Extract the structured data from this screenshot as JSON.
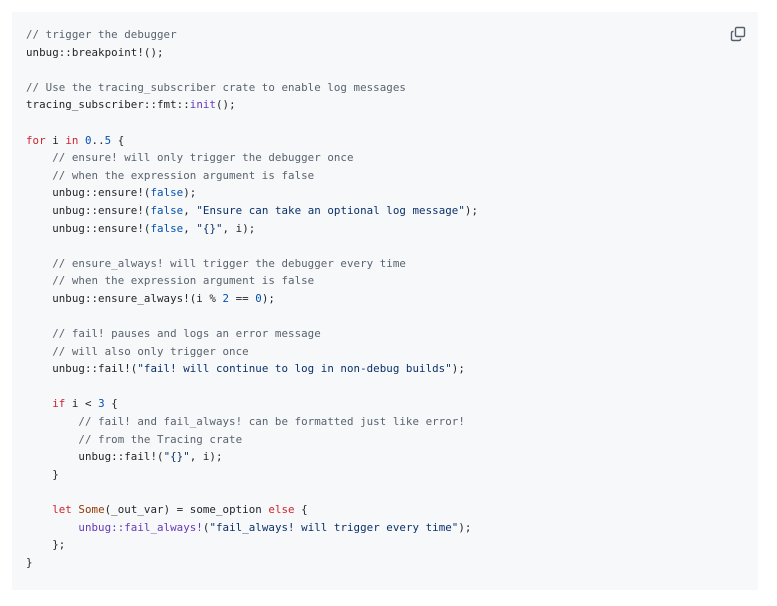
{
  "code_block": {
    "language": "rust",
    "copy_button": {
      "icon": "copy-icon",
      "label": "Copy"
    },
    "colors": {
      "background": "#f6f8fa",
      "comment": "#59636e",
      "keyword": "#cf222e",
      "number": "#0550ae",
      "string": "#0a3069",
      "function": "#6639ba",
      "type": "#953800",
      "plain": "#1f2328"
    },
    "lines": [
      [
        {
          "t": "comment",
          "v": "// trigger the debugger"
        }
      ],
      [
        {
          "t": "plain",
          "v": "unbug::breakpoint!();"
        }
      ],
      [],
      [
        {
          "t": "comment",
          "v": "// Use the tracing_subscriber crate to enable log messages"
        }
      ],
      [
        {
          "t": "plain",
          "v": "tracing_subscriber::fmt::"
        },
        {
          "t": "func",
          "v": "init"
        },
        {
          "t": "plain",
          "v": "();"
        }
      ],
      [],
      [
        {
          "t": "keyword",
          "v": "for"
        },
        {
          "t": "plain",
          "v": " i "
        },
        {
          "t": "keyword",
          "v": "in"
        },
        {
          "t": "plain",
          "v": " "
        },
        {
          "t": "number",
          "v": "0"
        },
        {
          "t": "plain",
          "v": ".."
        },
        {
          "t": "number",
          "v": "5"
        },
        {
          "t": "plain",
          "v": " {"
        }
      ],
      [
        {
          "t": "plain",
          "v": "    "
        },
        {
          "t": "comment",
          "v": "// ensure! will only trigger the debugger once"
        }
      ],
      [
        {
          "t": "plain",
          "v": "    "
        },
        {
          "t": "comment",
          "v": "// when the expression argument is false"
        }
      ],
      [
        {
          "t": "plain",
          "v": "    unbug::ensure!("
        },
        {
          "t": "constant",
          "v": "false"
        },
        {
          "t": "plain",
          "v": ");"
        }
      ],
      [
        {
          "t": "plain",
          "v": "    unbug::ensure!("
        },
        {
          "t": "constant",
          "v": "false"
        },
        {
          "t": "plain",
          "v": ", "
        },
        {
          "t": "string",
          "v": "\"Ensure can take an optional log message\""
        },
        {
          "t": "plain",
          "v": ");"
        }
      ],
      [
        {
          "t": "plain",
          "v": "    unbug::ensure!("
        },
        {
          "t": "constant",
          "v": "false"
        },
        {
          "t": "plain",
          "v": ", "
        },
        {
          "t": "string",
          "v": "\"{}\""
        },
        {
          "t": "plain",
          "v": ", i);"
        }
      ],
      [],
      [
        {
          "t": "plain",
          "v": "    "
        },
        {
          "t": "comment",
          "v": "// ensure_always! will trigger the debugger every time"
        }
      ],
      [
        {
          "t": "plain",
          "v": "    "
        },
        {
          "t": "comment",
          "v": "// when the expression argument is false"
        }
      ],
      [
        {
          "t": "plain",
          "v": "    unbug::ensure_always!(i % "
        },
        {
          "t": "number",
          "v": "2"
        },
        {
          "t": "plain",
          "v": " == "
        },
        {
          "t": "number",
          "v": "0"
        },
        {
          "t": "plain",
          "v": ");"
        }
      ],
      [],
      [
        {
          "t": "plain",
          "v": "    "
        },
        {
          "t": "comment",
          "v": "// fail! pauses and logs an error message"
        }
      ],
      [
        {
          "t": "plain",
          "v": "    "
        },
        {
          "t": "comment",
          "v": "// will also only trigger once"
        }
      ],
      [
        {
          "t": "plain",
          "v": "    unbug::fail!("
        },
        {
          "t": "string",
          "v": "\"fail! will continue to log in non-debug builds\""
        },
        {
          "t": "plain",
          "v": ");"
        }
      ],
      [],
      [
        {
          "t": "plain",
          "v": "    "
        },
        {
          "t": "keyword",
          "v": "if"
        },
        {
          "t": "plain",
          "v": " i < "
        },
        {
          "t": "number",
          "v": "3"
        },
        {
          "t": "plain",
          "v": " {"
        }
      ],
      [
        {
          "t": "plain",
          "v": "        "
        },
        {
          "t": "comment",
          "v": "// fail! and fail_always! can be formatted just like error!"
        }
      ],
      [
        {
          "t": "plain",
          "v": "        "
        },
        {
          "t": "comment",
          "v": "// from the Tracing crate"
        }
      ],
      [
        {
          "t": "plain",
          "v": "        unbug::fail!("
        },
        {
          "t": "string",
          "v": "\"{}\""
        },
        {
          "t": "plain",
          "v": ", i);"
        }
      ],
      [
        {
          "t": "plain",
          "v": "    }"
        }
      ],
      [],
      [
        {
          "t": "plain",
          "v": "    "
        },
        {
          "t": "keyword",
          "v": "let"
        },
        {
          "t": "plain",
          "v": " "
        },
        {
          "t": "type",
          "v": "Some"
        },
        {
          "t": "plain",
          "v": "(_out_var) = some_option "
        },
        {
          "t": "keyword",
          "v": "else"
        },
        {
          "t": "plain",
          "v": " {"
        }
      ],
      [
        {
          "t": "plain",
          "v": "        "
        },
        {
          "t": "func",
          "v": "unbug::fail_always!"
        },
        {
          "t": "plain",
          "v": "("
        },
        {
          "t": "string",
          "v": "\"fail_always! will trigger every time\""
        },
        {
          "t": "plain",
          "v": ");"
        }
      ],
      [
        {
          "t": "plain",
          "v": "    };"
        }
      ],
      [
        {
          "t": "plain",
          "v": "}"
        }
      ]
    ]
  }
}
